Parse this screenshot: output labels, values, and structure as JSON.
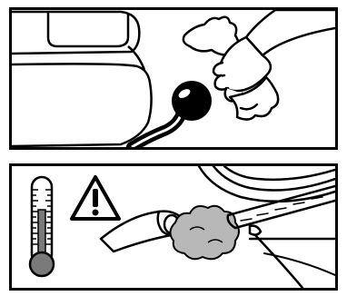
{
  "figure": {
    "panels": [
      {
        "id": "top",
        "icons": [
          "machine-body-outline",
          "drain-plug-icon",
          "drain-hose-icon",
          "hand-with-cloth-icon"
        ]
      },
      {
        "id": "bottom",
        "icons": [
          "thermometer-icon",
          "warning-triangle-icon",
          "hose-end-icon",
          "steam-cloud-icon",
          "machine-door-icon"
        ]
      }
    ],
    "colors": {
      "line": "#000000",
      "background": "#ffffff",
      "thermometer_fill": "#7a7a7a",
      "steam_fill": "#b8b8b8"
    }
  }
}
